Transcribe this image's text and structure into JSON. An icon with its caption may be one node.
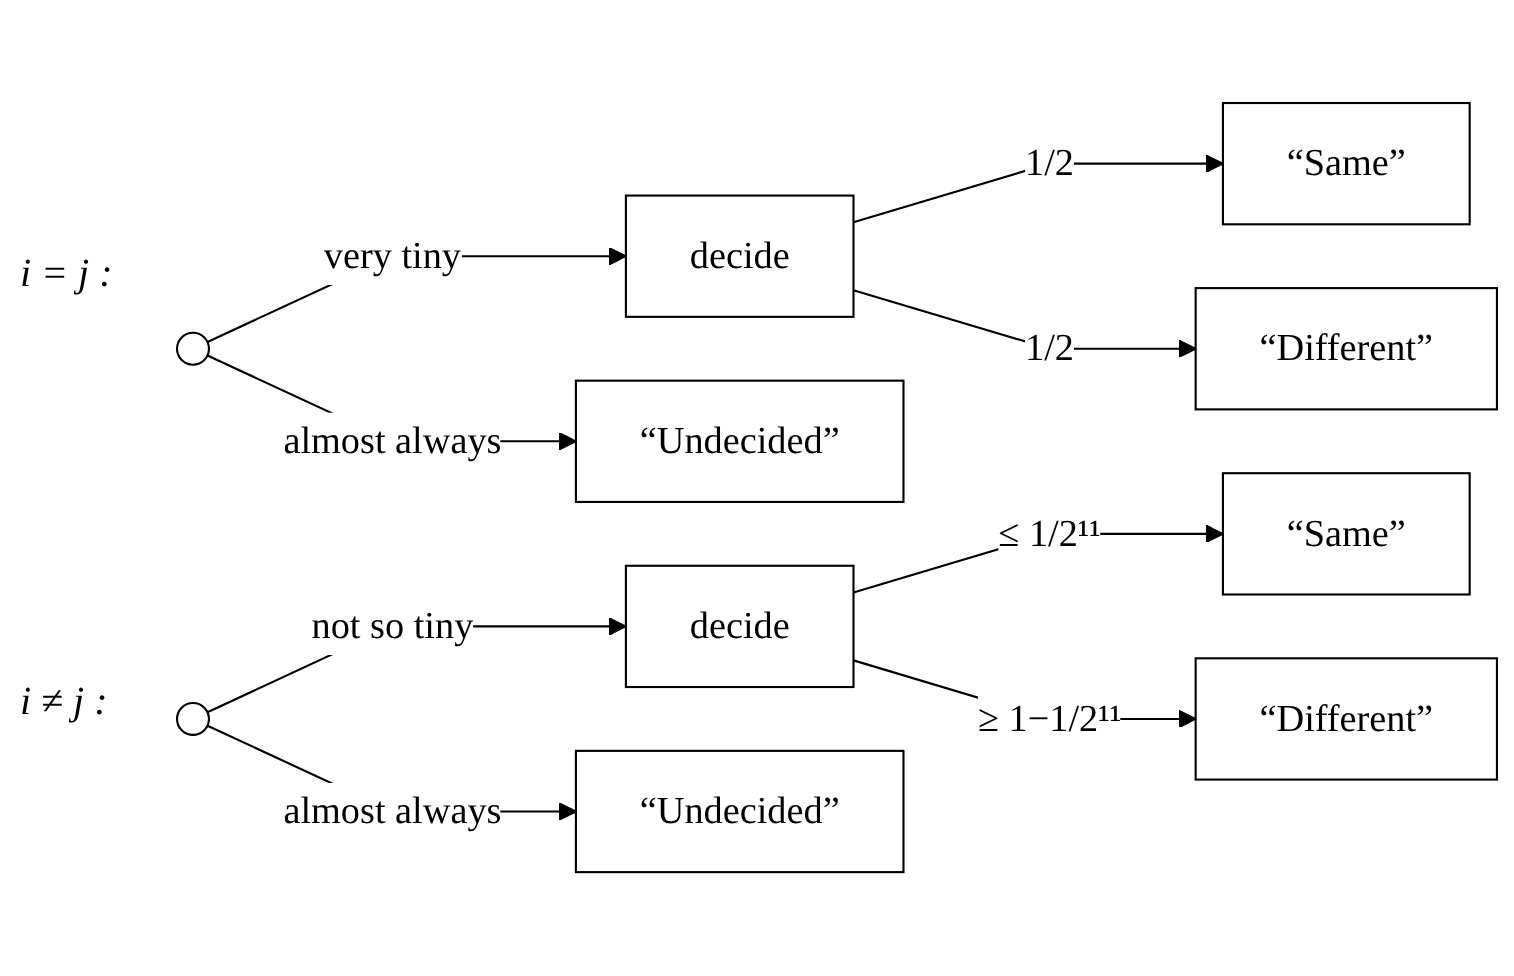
{
  "diagram": {
    "nodes": [
      {
        "text": [],
        "shape": "circle"
      },
      {
        "text": [
          "decide"
        ]
      },
      {
        "text": [
          "“Same”"
        ]
      },
      {
        "text": [
          "“Different”"
        ]
      },
      {
        "text": [
          "“Undecided”"
        ]
      },
      {
        "text": [],
        "shape": "circle"
      },
      {
        "text": [
          "decide"
        ]
      },
      {
        "text": [
          "“Same”"
        ]
      },
      {
        "text": [
          "“Different”"
        ]
      },
      {
        "text": [
          "“Undecided”"
        ]
      }
    ],
    "edges": [
      {
        "from": 0,
        "to": 1,
        "arrow": "to",
        "label": "very tiny"
      },
      {
        "from": 1,
        "to": 2,
        "arrow": "to",
        "label": "1/2"
      },
      {
        "from": 1,
        "to": 3,
        "arrow": "to",
        "label": "1/2"
      },
      {
        "from": 0,
        "to": 4,
        "arrow": "to",
        "label": "almost always"
      },
      {
        "from": 5,
        "to": 6,
        "arrow": "to",
        "label": "not so tiny"
      },
      {
        "from": 6,
        "to": 7,
        "arrow": "to",
        "label": "≤ 1/2¹¹"
      },
      {
        "from": 6,
        "to": 8,
        "arrow": "to",
        "label": "≥ 1−1/2¹¹"
      },
      {
        "from": 5,
        "to": 9,
        "arrow": "to",
        "label": "almost always"
      }
    ],
    "labels": [
      "i = j :",
      "i ≠ j :"
    ]
  }
}
